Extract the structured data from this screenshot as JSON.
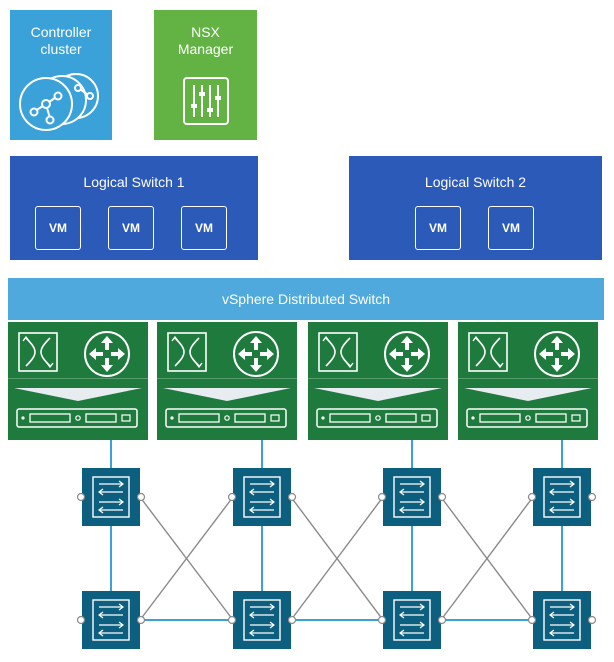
{
  "controller": {
    "label_line1": "Controller",
    "label_line2": "cluster",
    "icon": "controller-cluster-icon",
    "color": "#3aa1d9"
  },
  "nsx_manager": {
    "label_line1": "NSX",
    "label_line2": "Manager",
    "icon": "sliders-icon",
    "color": "#62b344"
  },
  "logical_switches": [
    {
      "label": "Logical Switch 1",
      "vms": [
        "VM",
        "VM",
        "VM"
      ]
    },
    {
      "label": "Logical Switch 2",
      "vms": [
        "VM",
        "VM"
      ]
    }
  ],
  "vds": {
    "label": "vSphere Distributed Switch",
    "color": "#4fa9dc"
  },
  "hosts": [
    {
      "switch_icon": "virtual-switch-icon",
      "router_icon": "router-icon",
      "server_icon": "rack-server-icon"
    },
    {
      "switch_icon": "virtual-switch-icon",
      "router_icon": "router-icon",
      "server_icon": "rack-server-icon"
    },
    {
      "switch_icon": "virtual-switch-icon",
      "router_icon": "router-icon",
      "server_icon": "rack-server-icon"
    },
    {
      "switch_icon": "virtual-switch-icon",
      "router_icon": "router-icon",
      "server_icon": "rack-server-icon"
    }
  ],
  "physical_switches": {
    "count_per_row": 4,
    "rows": 2,
    "icon": "physical-switch-icon",
    "color": "#0d5f7f"
  }
}
